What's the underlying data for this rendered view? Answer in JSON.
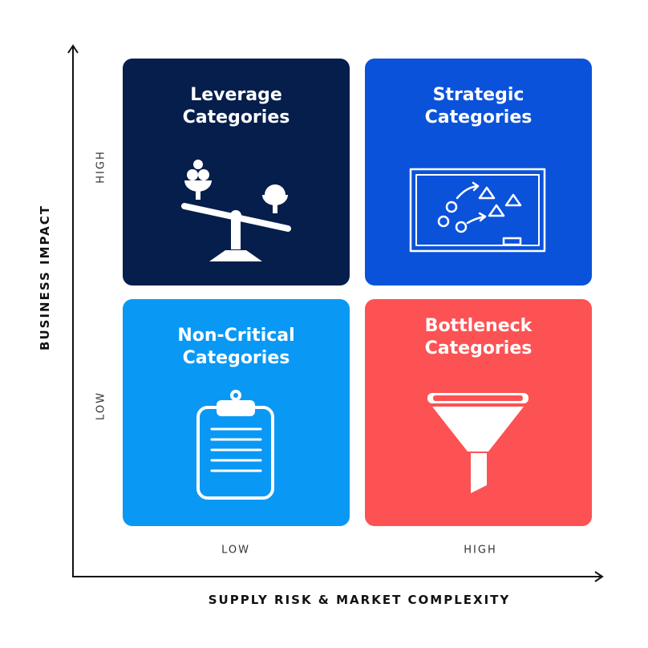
{
  "quadrants": {
    "leverage": {
      "line1": "Leverage",
      "line2": "Categories",
      "color": "#051e4b",
      "icon": "balance-scale-icon"
    },
    "strategic": {
      "line1": "Strategic",
      "line2": "Categories",
      "color": "#0b52da",
      "icon": "strategy-board-icon"
    },
    "noncritical": {
      "line1": "Non-Critical",
      "line2": "Categories",
      "color": "#0a98f5",
      "icon": "clipboard-icon"
    },
    "bottleneck": {
      "line1": "Bottleneck",
      "line2": "Categories",
      "color": "#fc5253",
      "icon": "funnel-icon"
    }
  },
  "axes": {
    "y_label": "BUSINESS IMPACT",
    "x_label": "SUPPLY RISK & MARKET COMPLEXITY",
    "y_high": "HIGH",
    "y_low": "LOW",
    "x_low": "LOW",
    "x_high": "HIGH"
  }
}
